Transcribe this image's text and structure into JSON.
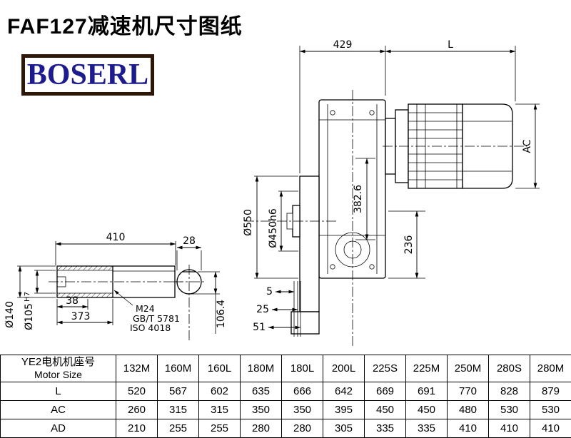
{
  "header": {
    "title": "FAF127减速机尺寸图纸",
    "logo": "BOSERL"
  },
  "drawing": {
    "dim_429": "429",
    "dim_L": "L",
    "dim_AC": "AC",
    "dim_550": "Ø550",
    "dim_450": "Ø450h6",
    "dim_382": "382.6",
    "dim_236": "236",
    "dim_5": "5",
    "dim_25": "25",
    "dim_51": "51"
  },
  "shaft_detail": {
    "dim_410": "410",
    "dim_28": "28",
    "dim_140": "Ø140",
    "dim_105": "Ø105",
    "dim_105_sup": "H7",
    "dim_38": "38",
    "dim_373": "373",
    "thread": "M24",
    "std_gb": "GB/T 5781",
    "std_iso": "ISO 4018",
    "dim_106": "106.4"
  },
  "table": {
    "header_cn": "YE2电机机座号",
    "header_en": "Motor Size",
    "columns": [
      "132M",
      "160M",
      "160L",
      "180M",
      "180L",
      "200L",
      "225S",
      "225M",
      "250M",
      "280S",
      "280M"
    ],
    "rows": [
      {
        "label": "L",
        "values": [
          "520",
          "567",
          "602",
          "635",
          "666",
          "642",
          "669",
          "691",
          "770",
          "828",
          "879"
        ]
      },
      {
        "label": "AC",
        "values": [
          "260",
          "315",
          "315",
          "350",
          "350",
          "395",
          "450",
          "450",
          "480",
          "530",
          "530"
        ]
      },
      {
        "label": "AD",
        "values": [
          "210",
          "255",
          "255",
          "280",
          "280",
          "305",
          "335",
          "335",
          "410",
          "410",
          "410"
        ]
      }
    ]
  },
  "colors": {
    "line": "#000000",
    "logo_text": "#1c1c8e",
    "logo_border": "#2e1706"
  }
}
